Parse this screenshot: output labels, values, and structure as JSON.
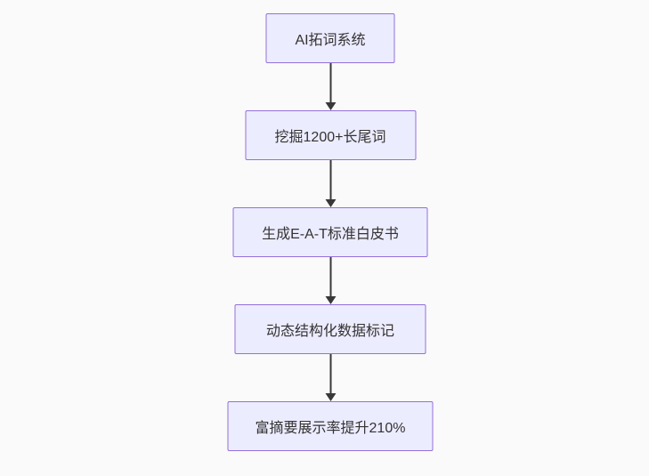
{
  "diagram": {
    "type": "flowchart",
    "direction": "top-down",
    "nodes": [
      {
        "id": "n1",
        "label": "AI拓词系统"
      },
      {
        "id": "n2",
        "label": "挖掘1200+长尾词"
      },
      {
        "id": "n3",
        "label": "生成E-A-T标准白皮书"
      },
      {
        "id": "n4",
        "label": "动态结构化数据标记"
      },
      {
        "id": "n5",
        "label": "富摘要展示率提升210%"
      }
    ],
    "edges": [
      {
        "from": "n1",
        "to": "n2",
        "style": "arrow-down"
      },
      {
        "from": "n2",
        "to": "n3",
        "style": "arrow-down"
      },
      {
        "from": "n3",
        "to": "n4",
        "style": "arrow-down"
      },
      {
        "from": "n4",
        "to": "n5",
        "style": "arrow-down"
      }
    ],
    "colors": {
      "background": "#fafafa",
      "node_fill": "#ececff",
      "node_border": "#9370db",
      "edge": "#383838",
      "text": "#333333"
    }
  }
}
